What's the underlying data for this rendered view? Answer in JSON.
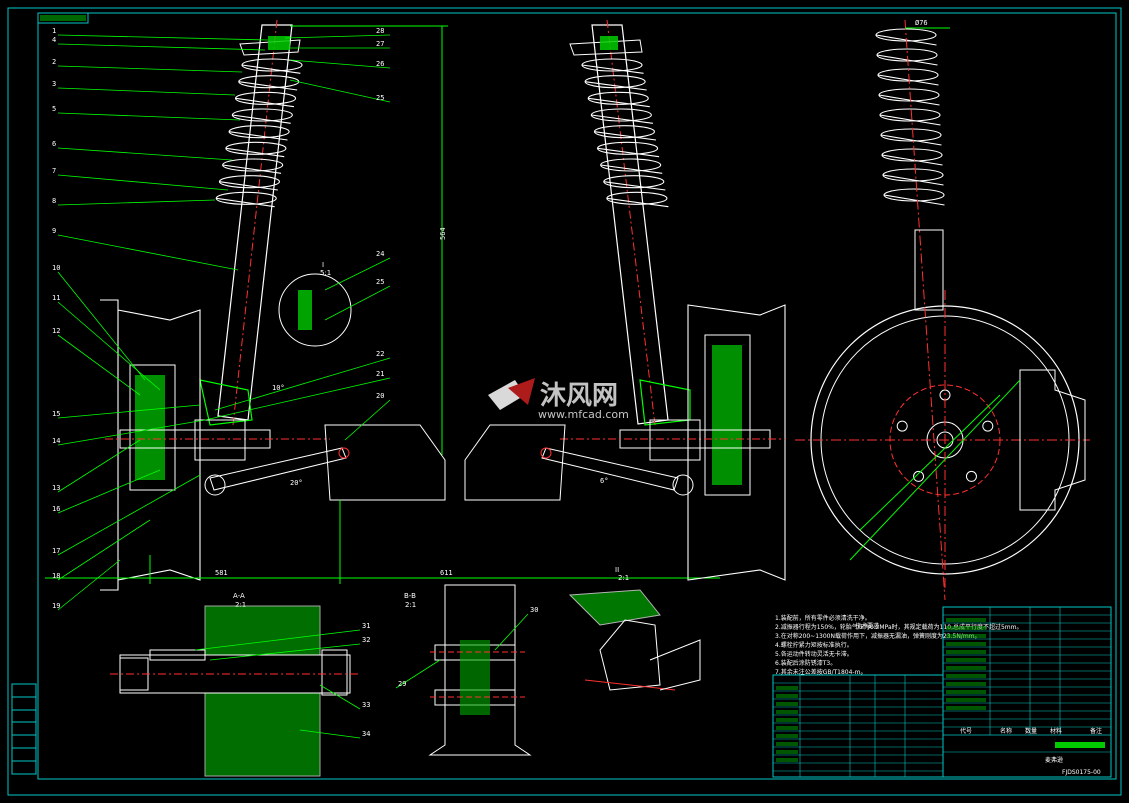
{
  "drawing": {
    "colors": {
      "background": "#000000",
      "frame": "#00c8c8",
      "geometry": "#ffffff",
      "hatch": "#00ff00",
      "centerline": "#ff3030",
      "dimension": "#00ff00",
      "leader": "#00ff00"
    },
    "balloons_left": [
      "1",
      "4",
      "2",
      "3",
      "5",
      "6",
      "7",
      "8",
      "9",
      "10",
      "11",
      "12",
      "15",
      "14",
      "13",
      "16",
      "17",
      "18",
      "19"
    ],
    "balloons_right": [
      "28",
      "27",
      "26",
      "25",
      "24",
      "25",
      "22",
      "21",
      "20"
    ],
    "balloons_detail": [
      "31",
      "32",
      "33",
      "34",
      "29",
      "30"
    ],
    "section_labels": {
      "detail_i": "I",
      "detail_i_scale": "5:1",
      "detail_ii": "II",
      "detail_ii_scale": "2:1",
      "section_aa": "A-A",
      "section_aa_scale": "2:1",
      "section_bb": "B-B",
      "section_bb_scale": "2:1"
    },
    "dims": {
      "height": "564",
      "width_left": "581",
      "width_mid": "611",
      "angle1": "10°",
      "angle2": "20°",
      "angle3": "6°",
      "top_right": "Ø76"
    }
  },
  "watermark": {
    "brand": "沐风网",
    "url": "www.mfcad.com"
  },
  "notes": {
    "title": "技术要求",
    "lines": [
      "1.装配前，所有零件必须清洗干净。",
      "2.减振器行程为150%，轮胎气压为0.2MPa时，其规定载荷为110,总成平行度不超过5mm。",
      "3.在对称200~1300N载荷作用下，减振器无漏油，弹簧刚度为23.5N/mm。",
      "4.螺栓拧紧力矩按标准执行。",
      "5.各运动件转动灵活无卡滞。",
      "6.装配后涂防锈漆T3。",
      "7.其余未注公差按GB/T1804-m。"
    ]
  },
  "title_block": {
    "drawing_no": "FJDS0175-00",
    "name": "麦弗逊",
    "headers": [
      "代号",
      "名称",
      "数量",
      "材料",
      "备注"
    ]
  }
}
